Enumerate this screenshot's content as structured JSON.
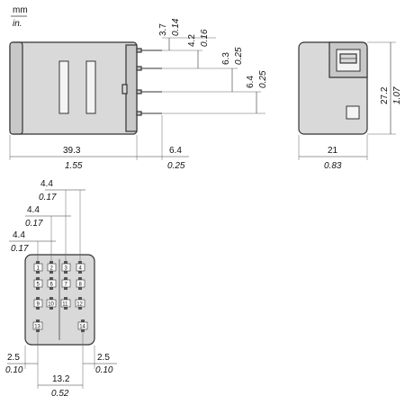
{
  "units": {
    "primary": "mm",
    "secondary": "in."
  },
  "side_view": {
    "length": {
      "mm": "39.3",
      "in": "1.55"
    },
    "pin_length": {
      "mm": "6.4",
      "in": "0.25"
    },
    "offsets": [
      {
        "mm": "3.7",
        "in": "0.14"
      },
      {
        "mm": "4.2",
        "in": "0.16"
      },
      {
        "mm": "6.3",
        "in": "0.25"
      },
      {
        "mm": "6.4",
        "in": "0.25"
      }
    ]
  },
  "end_view": {
    "width": {
      "mm": "21",
      "in": "0.83"
    },
    "height": {
      "mm": "27.2",
      "in": "1.07"
    }
  },
  "bottom_view": {
    "pitch": [
      {
        "mm": "4.4",
        "in": "0.17"
      },
      {
        "mm": "4.4",
        "in": "0.17"
      },
      {
        "mm": "4.4",
        "in": "0.17"
      }
    ],
    "left_margin": {
      "mm": "2.5",
      "in": "0.10"
    },
    "right_margin": {
      "mm": "2.5",
      "in": "0.10"
    },
    "coil_spacing": {
      "mm": "13.2",
      "in": "0.52"
    },
    "pins": [
      "1",
      "2",
      "3",
      "4",
      "5",
      "6",
      "7",
      "8",
      "9",
      "10",
      "11",
      "12",
      "13",
      "14"
    ]
  }
}
